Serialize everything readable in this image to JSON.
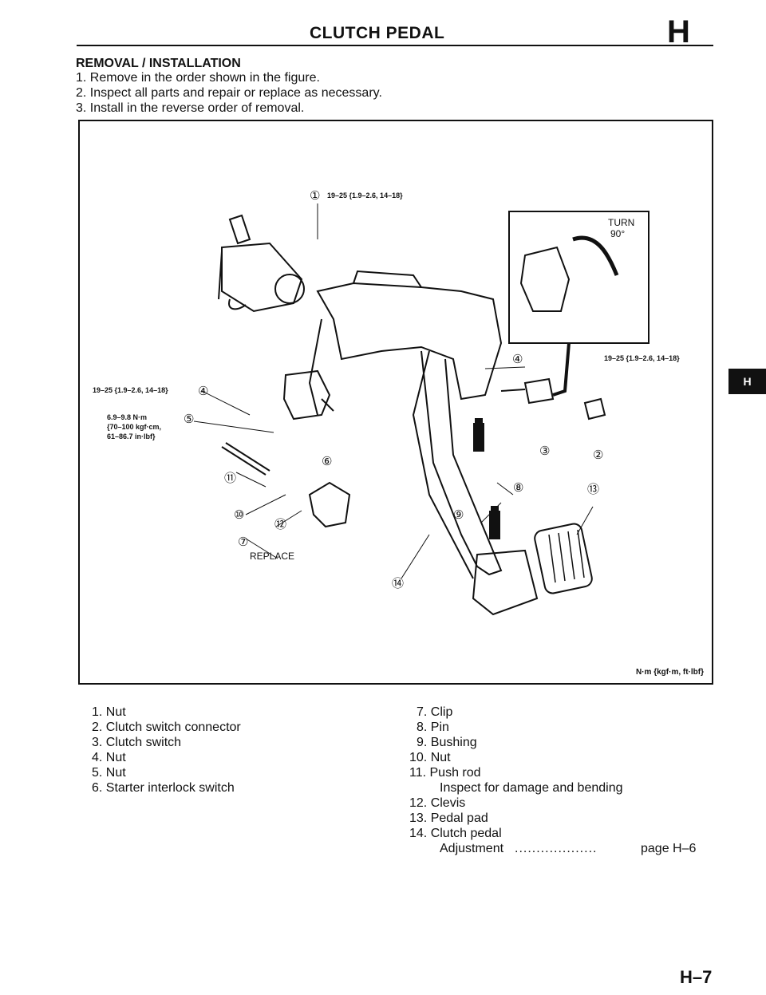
{
  "header": {
    "title": "CLUTCH PEDAL",
    "section": "H"
  },
  "side_tab": "H",
  "procedure": {
    "heading": "REMOVAL / INSTALLATION",
    "steps": [
      "1. Remove in the order shown in the figure.",
      "2. Inspect all parts and repair or replace as necessary.",
      "3. Install in the reverse order of removal."
    ]
  },
  "figure": {
    "torque_1": "19–25 {1.9–2.6, 14–18}",
    "torque_4_left": "19–25 {1.9–2.6, 14–18}",
    "torque_4_right": "19–25 {1.9–2.6, 14–18}",
    "torque_5_line1": "6.9–9.8 N·m",
    "torque_5_line2": "{70–100 kgf·cm,",
    "torque_5_line3": "61–86.7 in·lbf}",
    "turn_label": "TURN",
    "turn_angle": "90°",
    "replace_label": "REPLACE",
    "unit_note": "N·m {kgf·m, ft·lbf}",
    "callouts": [
      "①",
      "②",
      "③",
      "④",
      "⑤",
      "⑥",
      "⑦",
      "⑧",
      "⑨",
      "⑩",
      "⑪",
      "⑫",
      "⑬",
      "⑭"
    ]
  },
  "parts_left": [
    "1. Nut",
    "2. Clutch switch connector",
    "3. Clutch switch",
    "4. Nut",
    "5. Nut",
    "6. Starter interlock switch"
  ],
  "parts_right": [
    "7. Clip",
    "8. Pin",
    "9. Bushing",
    "10. Nut",
    "11. Push rod"
  ],
  "push_rod_note": "Inspect for damage and bending",
  "parts_right_2": [
    "12. Clevis",
    "13. Pedal pad",
    "14. Clutch pedal"
  ],
  "adjustment": {
    "label": "Adjustment",
    "dots": "...................",
    "page": "page H–6"
  },
  "page_number": "H–7"
}
